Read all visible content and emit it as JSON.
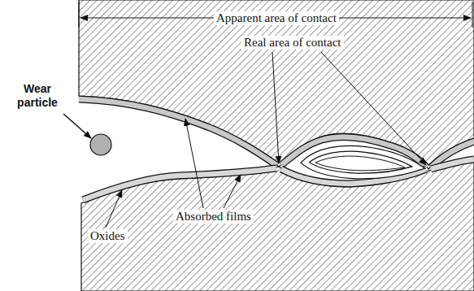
{
  "diagram": {
    "labels": [
      "Apparent area of contact",
      "Real area of contact",
      "Wear particle",
      "Absorbed films",
      "Oxides"
    ]
  }
}
